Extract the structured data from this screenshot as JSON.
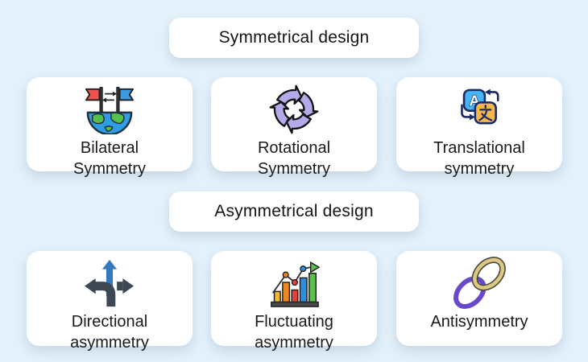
{
  "page": {
    "background_color": "#e4f1fb",
    "card_color": "#ffffff"
  },
  "sections": [
    {
      "header": "Symmetrical design",
      "cards": [
        {
          "line1": "Bilateral",
          "line2": "Symmetry",
          "icon": "bilateral-globe-flags-icon"
        },
        {
          "line1": "Rotational",
          "line2": "Symmetry",
          "icon": "rotational-arrows-icon"
        },
        {
          "line1": "Translational",
          "line2": "symmetry",
          "icon": "translation-languages-icon"
        }
      ]
    },
    {
      "header": "Asymmetrical design",
      "cards": [
        {
          "line1": "Directional",
          "line2": "asymmetry",
          "icon": "directional-arrows-icon"
        },
        {
          "line1": "Fluctuating",
          "line2": "asymmetry",
          "icon": "fluctuating-chart-icon"
        },
        {
          "line1": "Antisymmetry",
          "line2": "",
          "icon": "antisymmetry-twisted-loop-icon"
        }
      ]
    }
  ],
  "icon_colors": {
    "flag_red": "#ef5350",
    "flag_blue": "#3b9be0",
    "globe_ocean": "#2f9ce3",
    "globe_land": "#55c14b",
    "rotation_purple": "#b5a9ea",
    "translate_blue": "#45b5f5",
    "translate_orange": "#f7b64a",
    "translate_navy": "#1a2b63",
    "direction_blue": "#3579be",
    "direction_gray": "#3d4854",
    "bar_amber": "#f2b632",
    "bar_orange": "#ee8722",
    "bar_red": "#e8413c",
    "bar_blue": "#2e8fe0",
    "bar_green": "#5cbf4e",
    "loop_purple": "#6a48cc",
    "loop_tan": "#dcc883"
  }
}
